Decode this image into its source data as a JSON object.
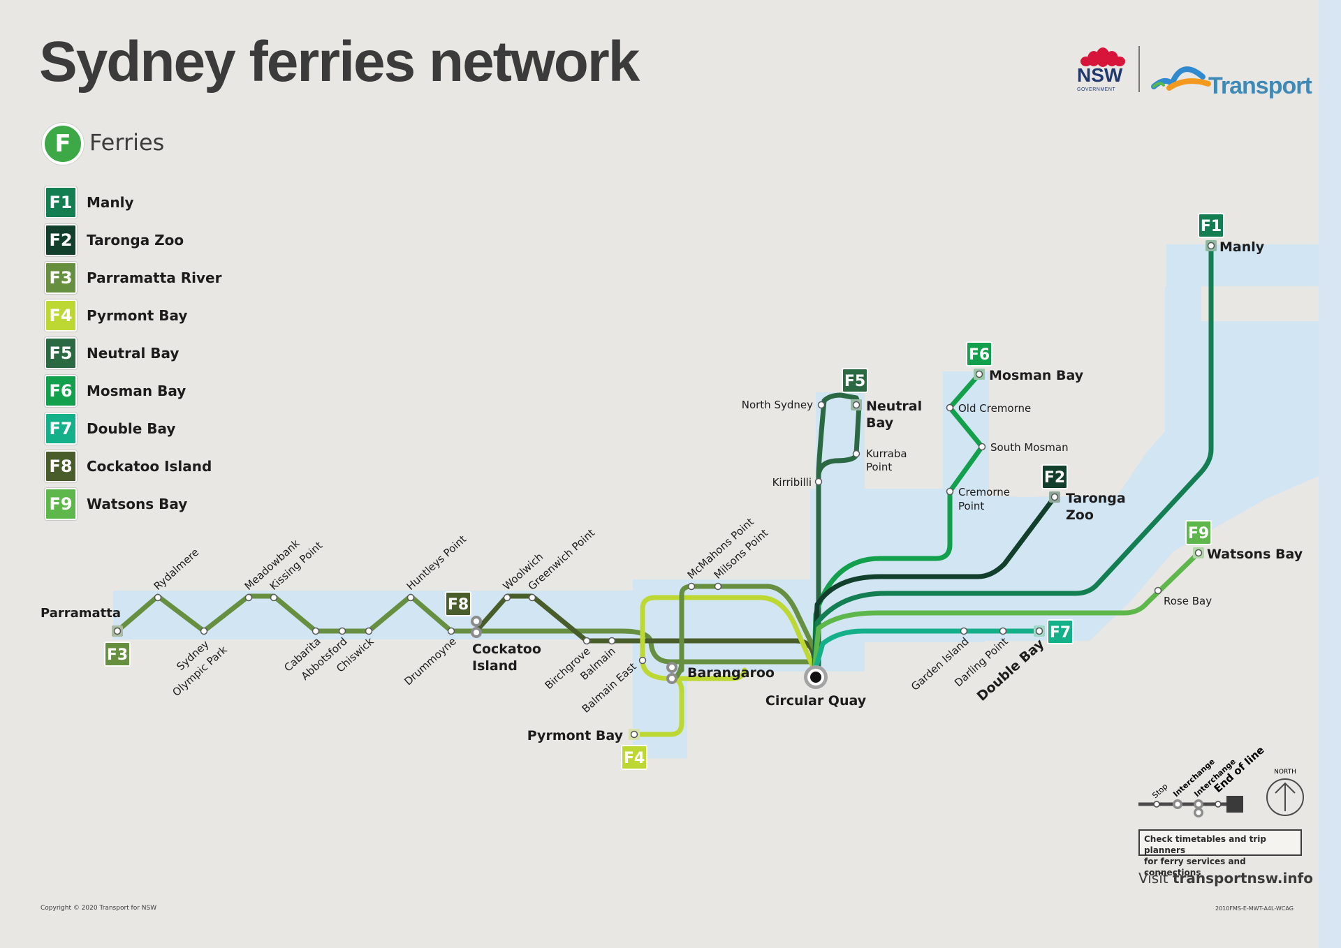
{
  "title": "Sydney ferries network",
  "mode": {
    "badge": "F",
    "label": "Ferries"
  },
  "colors": {
    "background": "#e9e7e3",
    "water": "#d2e5f3",
    "F1": "#137e52",
    "F2": "#123f2b",
    "F3": "#668f3f",
    "F4": "#bdd733",
    "F5": "#2b6943",
    "F6": "#13a04c",
    "F7": "#14b08a",
    "F8": "#485d2a",
    "F9": "#5db74b"
  },
  "lines": [
    {
      "id": "F1",
      "name": "Manly"
    },
    {
      "id": "F2",
      "name": "Taronga Zoo"
    },
    {
      "id": "F3",
      "name": "Parramatta River"
    },
    {
      "id": "F4",
      "name": "Pyrmont Bay"
    },
    {
      "id": "F5",
      "name": "Neutral Bay"
    },
    {
      "id": "F6",
      "name": "Mosman Bay"
    },
    {
      "id": "F7",
      "name": "Double Bay"
    },
    {
      "id": "F8",
      "name": "Cockatoo Island"
    },
    {
      "id": "F9",
      "name": "Watsons Bay"
    }
  ],
  "stops": {
    "parramatta": "Parramatta",
    "rydalmere": "Rydalmere",
    "sydney_olympic_park": [
      "Sydney",
      "Olympic Park"
    ],
    "meadowbank": "Meadowbank",
    "kissing_point": "Kissing Point",
    "cabarita": "Cabarita",
    "abbotsford": "Abbotsford",
    "chiswick": "Chiswick",
    "huntleys_point": "Huntleys Point",
    "drummoyne": "Drummoyne",
    "cockatoo_island": [
      "Cockatoo",
      "Island"
    ],
    "woolwich": "Woolwich",
    "greenwich_point": "Greenwich Point",
    "birchgrove": "Birchgrove",
    "balmain": "Balmain",
    "balmain_east": "Balmain East",
    "mcmahons_point": "McMahons Point",
    "milsons_point": "Milsons Point",
    "barangaroo": "Barangaroo",
    "pyrmont_bay": "Pyrmont Bay",
    "circular_quay": "Circular Quay",
    "north_sydney": "North Sydney",
    "kirribilli": "Kirribilli",
    "neutral_bay": [
      "Neutral",
      "Bay"
    ],
    "kurraba_point": [
      "Kurraba",
      "Point"
    ],
    "mosman_bay": "Mosman Bay",
    "old_cremorne": "Old Cremorne",
    "south_mosman": "South Mosman",
    "cremorne_point": [
      "Cremorne",
      "Point"
    ],
    "taronga_zoo": [
      "Taronga",
      "Zoo"
    ],
    "manly": "Manly",
    "watsons_bay": "Watsons Bay",
    "rose_bay": "Rose Bay",
    "garden_island": "Garden Island",
    "darling_point": "Darling Point",
    "double_bay": "Double Bay"
  },
  "key": {
    "stop": "Stop",
    "interchange_1": "Interchange",
    "interchange_2": "Interchange",
    "end_of_line": "End of line",
    "north": "NORTH"
  },
  "branding": {
    "nsw": "NSW",
    "government": "GOVERNMENT",
    "transport": "Transport"
  },
  "footer": {
    "check_line1": "Check timetables and trip planners",
    "check_line2": "for ferry services and connections",
    "visit_prefix": "Visit",
    "visit_url": "transportnsw.info",
    "copyright": "Copyright © 2020 Transport for NSW",
    "code": "2010FMS-E-MWT-A4L-WCAG"
  }
}
